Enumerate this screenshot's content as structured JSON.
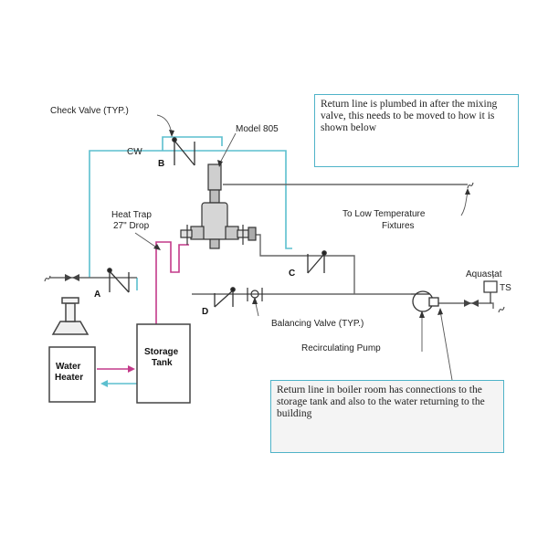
{
  "labels": {
    "check_valve": "Check Valve (TYP.)",
    "model": "Model 805",
    "cw": "CW",
    "to_low_temp_1": "To Low Temperature",
    "to_low_temp_2": "Fixtures",
    "heat_trap_1": "Heat Trap",
    "heat_trap_2": "27\" Drop",
    "aquastat": "Aquastat",
    "ts": "TS",
    "balancing_valve": "Balancing Valve (TYP.)",
    "recirculating_pump": "Recirculating Pump",
    "storage_tank_1": "Storage",
    "storage_tank_2": "Tank",
    "water_heater_1": "Water",
    "water_heater_2": "Heater",
    "point_a": "A",
    "point_b": "B",
    "point_c": "C",
    "point_d": "D"
  },
  "notes": {
    "top": "Return line is plumbed in after the mixing valve, this needs to be moved to how it is shown below",
    "bottom": "Return line in boiler room has connections to the storage tank and also to the water returning to the building"
  },
  "colors": {
    "cold_line": "#5cbfcf",
    "hot_line": "#c33a8a",
    "pipe": "#555555",
    "callout_border": "#4fb3c8"
  }
}
